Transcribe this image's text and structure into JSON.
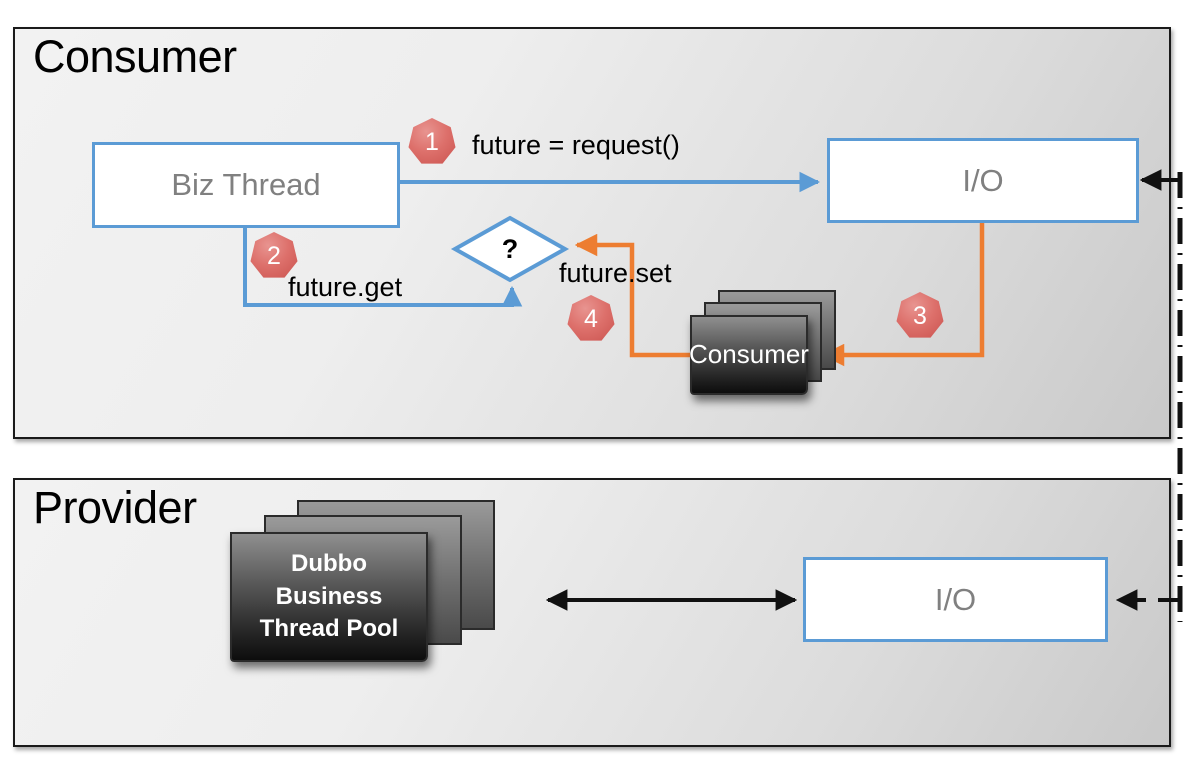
{
  "diagram": {
    "title_consumer": "Consumer",
    "title_provider": "Provider",
    "colors": {
      "blue": "#5b9bd5",
      "orange": "#ed7d31",
      "black": "#1a1a1a",
      "badge_red": "#dd706b",
      "panel_fill": "#e6e6e6",
      "box_text_gray": "#808080"
    }
  },
  "consumer_panel": {
    "title": "Consumer",
    "boxes": {
      "biz_thread": "Biz Thread",
      "io": "I/O",
      "decision": "?",
      "consumer_stack": "Consumer"
    },
    "steps": [
      {
        "number": "1",
        "label": "future = request()"
      },
      {
        "number": "2",
        "label": "future.get"
      },
      {
        "number": "3",
        "label": ""
      },
      {
        "number": "4",
        "label": "future.set"
      }
    ],
    "labels": {
      "future_request": "future = request()",
      "future_get": "future.get",
      "future_set": "future.set"
    },
    "badges": {
      "one": "1",
      "two": "2",
      "three": "3",
      "four": "4"
    }
  },
  "provider_panel": {
    "title": "Provider",
    "boxes": {
      "thread_pool": "Dubbo Business\nThread Pool",
      "thread_pool_line1": "Dubbo Business",
      "thread_pool_line2": "Thread Pool",
      "io": "I/O"
    }
  }
}
